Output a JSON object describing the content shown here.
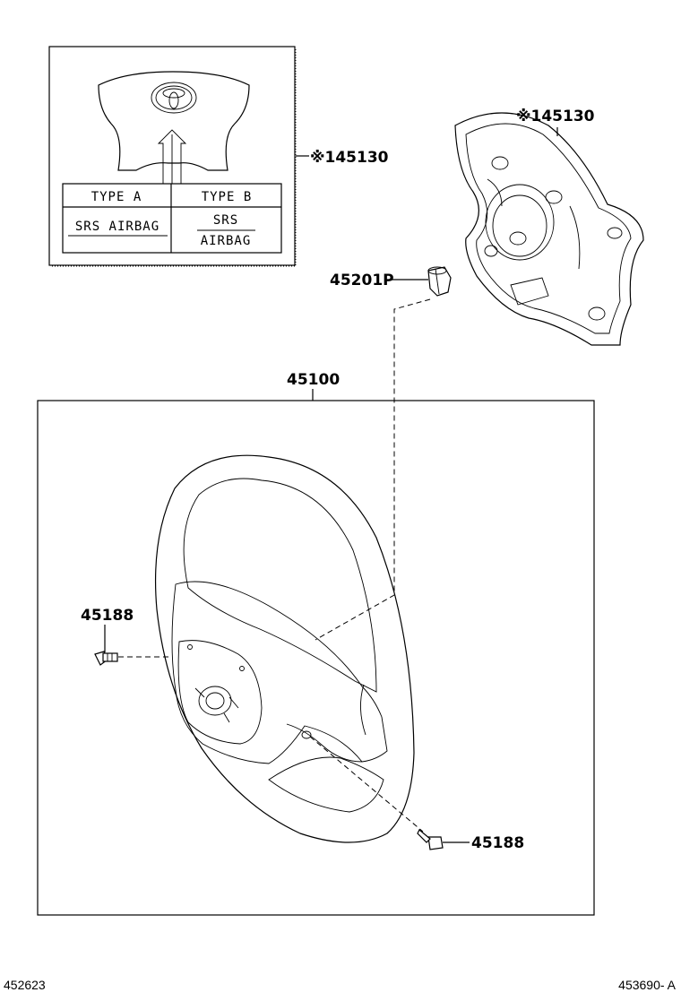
{
  "inset": {
    "table": {
      "col_a": "TYPE A",
      "col_b": "TYPE B",
      "cell_a": "SRS AIRBAG",
      "cell_b_line1": "SRS",
      "cell_b_line2": "AIRBAG"
    }
  },
  "labels": {
    "inset_part": "※145130",
    "pad_part": "※145130",
    "nut": "45201P",
    "wheel": "45100",
    "screw_left": "45188",
    "screw_right": "45188"
  },
  "footer": {
    "left_id": "452623",
    "right_id": "453690- A"
  }
}
